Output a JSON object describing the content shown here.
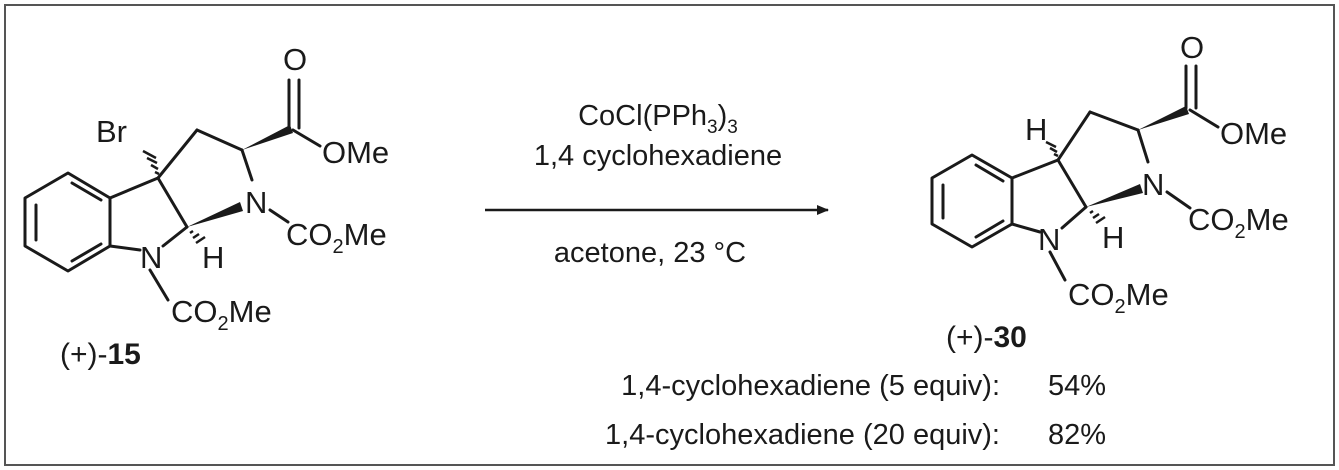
{
  "colors": {
    "ink": "#1a1a1a",
    "frame": "#555555",
    "background": "#ffffff"
  },
  "starting_material": {
    "label_prefix": "(+)-",
    "label_number": "15",
    "atoms": {
      "br": "Br",
      "o_carbonyl": "O",
      "ome": "OMe",
      "n_pyrrolidine": "N",
      "co2me_n": "CO",
      "h": "H",
      "n_indoline": "N",
      "co2me_bottom": "CO"
    },
    "sub_2": "2",
    "me": "Me"
  },
  "product": {
    "label_prefix": "(+)-",
    "label_number": "30",
    "atoms": {
      "h_top": "H",
      "o_carbonyl": "O",
      "ome": "OMe",
      "n_pyrrolidine": "N",
      "co2me_n": "CO",
      "h": "H",
      "n_indoline": "N",
      "co2me_bottom": "CO"
    },
    "sub_2": "2",
    "me": "Me"
  },
  "conditions": {
    "reagent_main": "CoCl(PPh",
    "reagent_sub": "3",
    "reagent_close": ")",
    "reagent_sub2": "3",
    "additive": "1,4 cyclohexadiene",
    "solvent_temp": "acetone, 23 °C"
  },
  "yields": [
    {
      "condition": "1,4-cyclohexadiene (5 equiv):",
      "value": "54%"
    },
    {
      "condition": "1,4-cyclohexadiene (20 equiv):",
      "value": "82%"
    }
  ]
}
